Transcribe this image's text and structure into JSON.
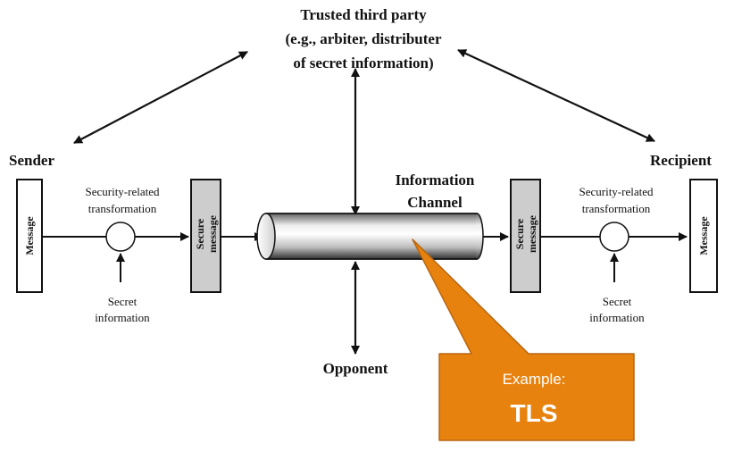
{
  "ttp": {
    "line1": "Trusted third party",
    "line2": "(e.g., arbiter, distributer",
    "line3": "of secret information)"
  },
  "sender": {
    "label": "Sender",
    "message": "Message"
  },
  "recipient": {
    "label": "Recipient",
    "message": "Message"
  },
  "left_transform": {
    "line1": "Security-related",
    "line2": "transformation",
    "secret_line1": "Secret",
    "secret_line2": "information"
  },
  "right_transform": {
    "line1": "Security-related",
    "line2": "transformation",
    "secret_line1": "Secret",
    "secret_line2": "information"
  },
  "secure_message": {
    "line1": "Secure",
    "line2": "message"
  },
  "channel": {
    "line1": "Information",
    "line2": "Channel"
  },
  "opponent": "Opponent",
  "callout": {
    "line1": "Example:",
    "line2": "TLS",
    "fill": "#E8820E",
    "stroke": "#B86610"
  }
}
